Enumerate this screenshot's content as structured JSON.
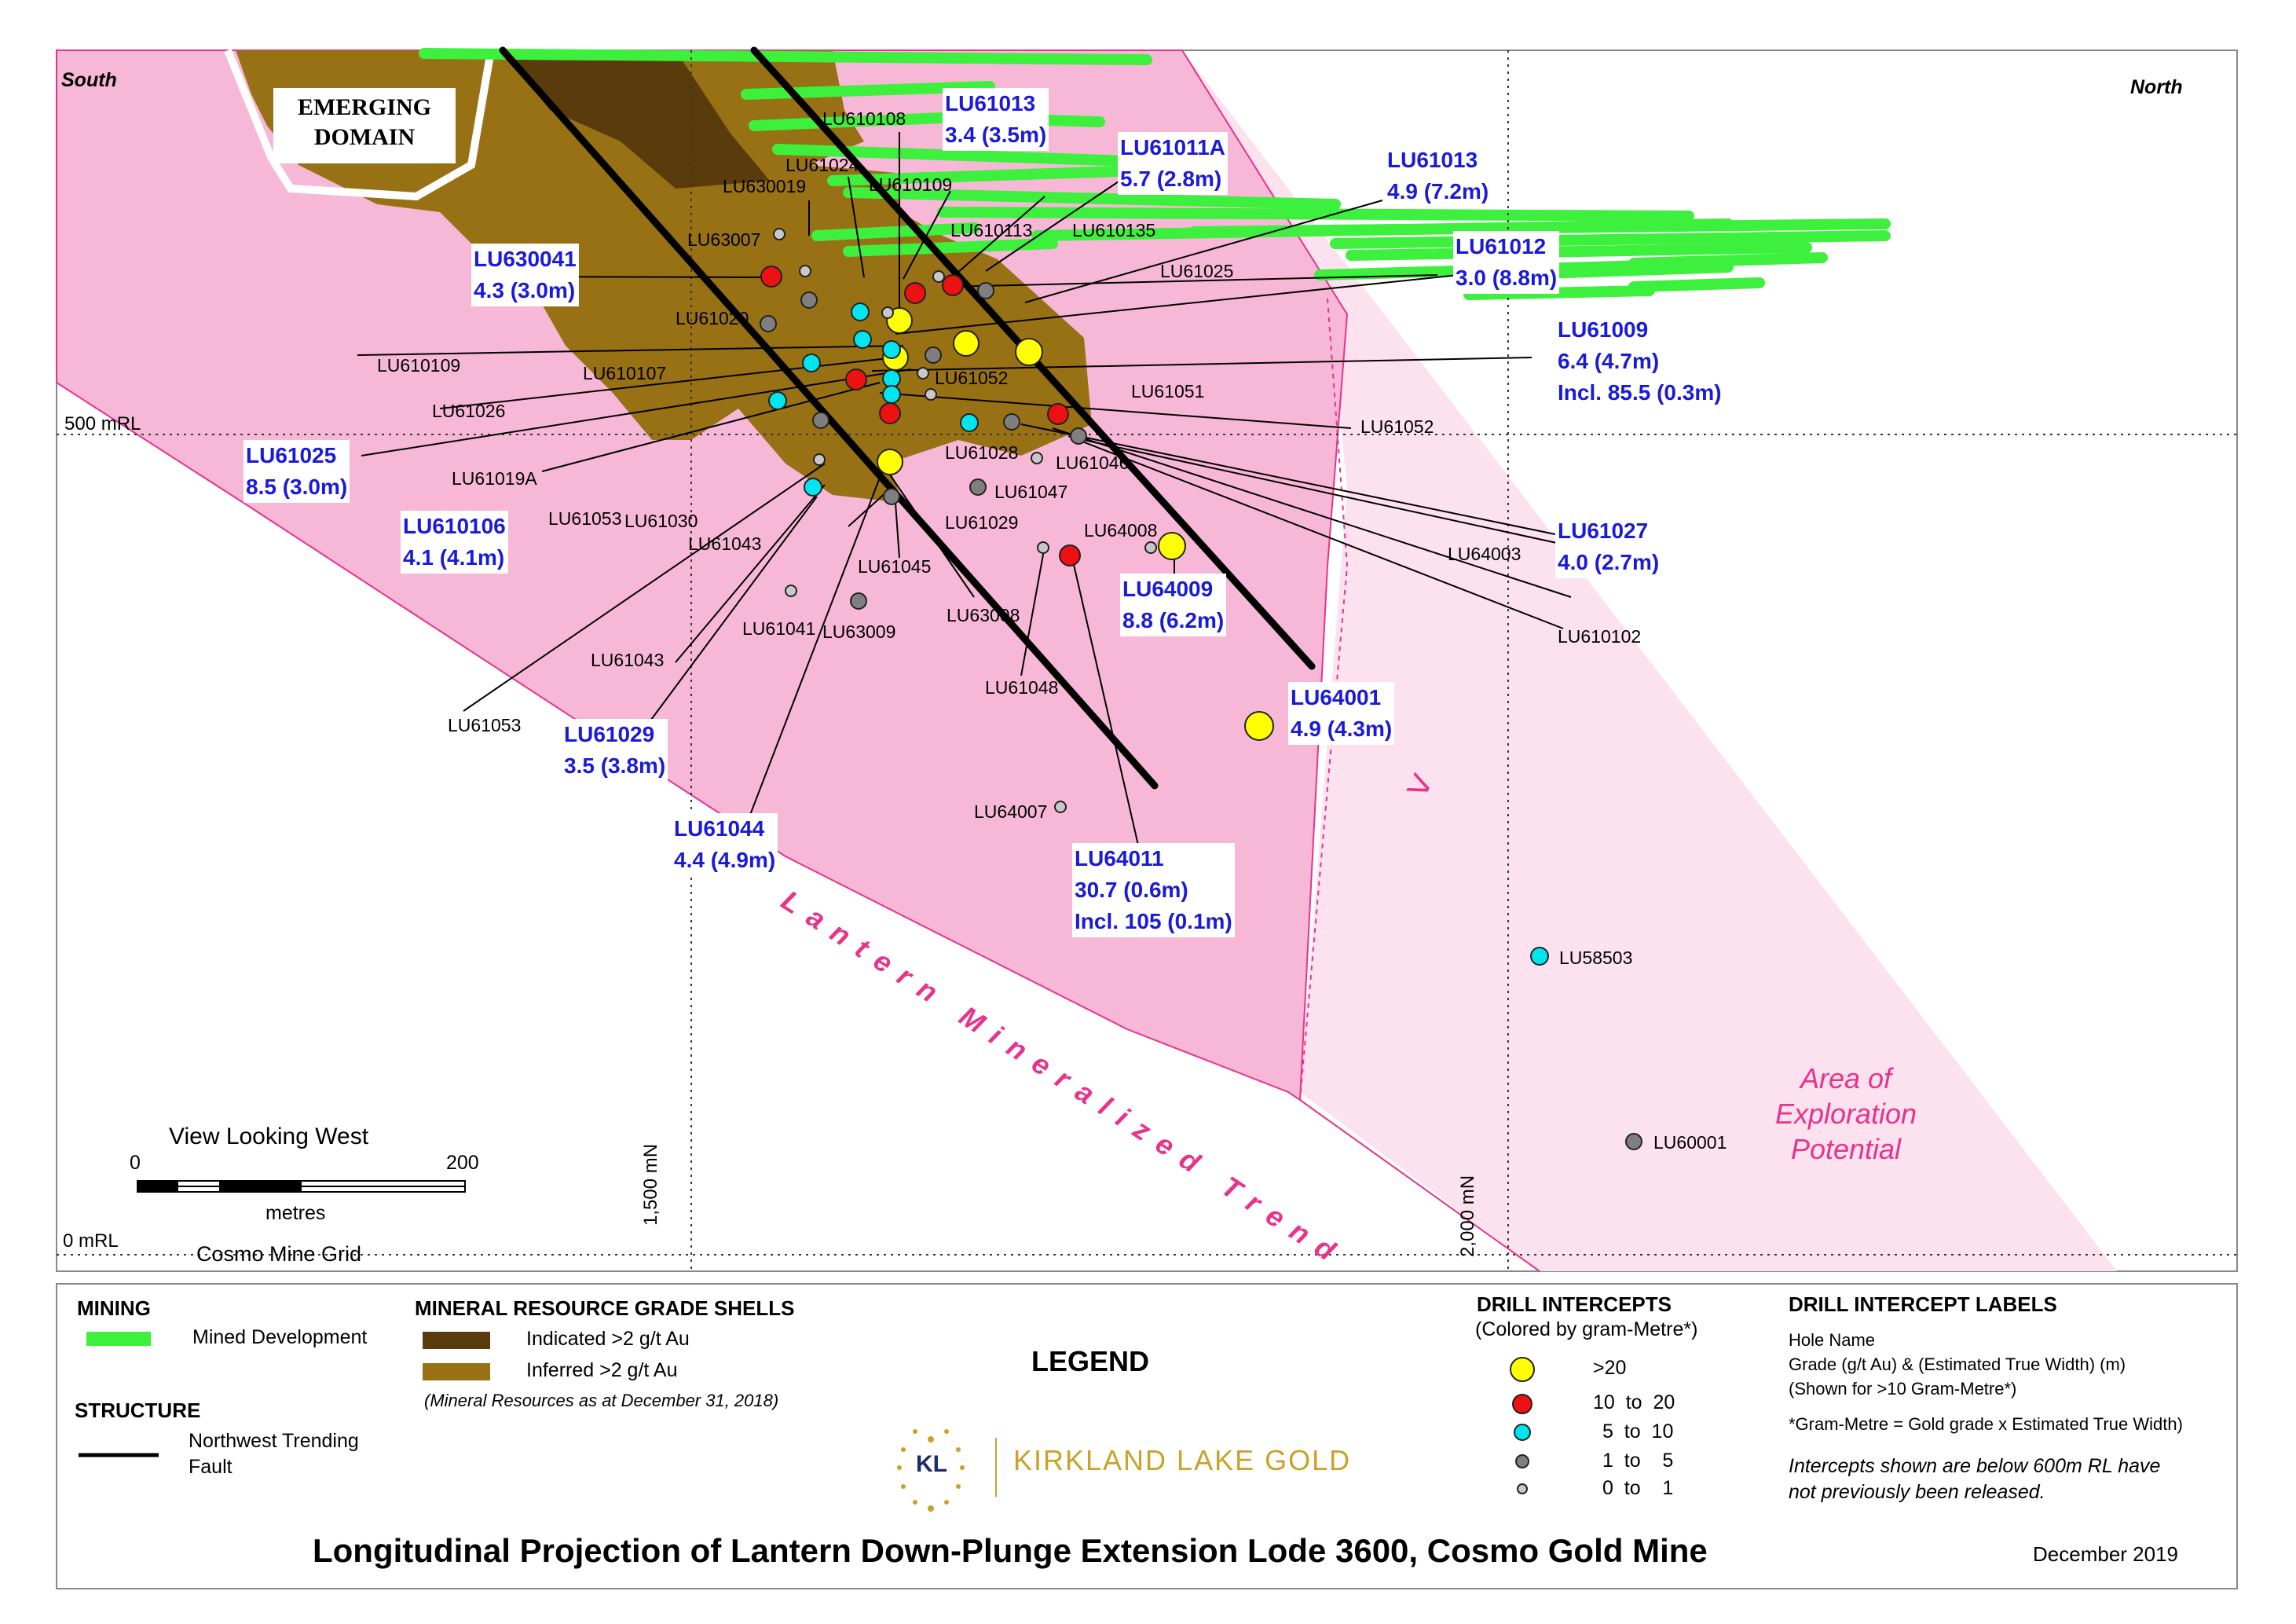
{
  "map": {
    "orient_south": "South",
    "orient_north": "North",
    "emerging_domain": [
      "EMERGING",
      "DOMAIN"
    ],
    "rl_500": "500 mRL",
    "rl_0": "0 mRL",
    "mn_1500": "1,500 mN",
    "mn_2000": "2,000 mN",
    "view": "View Looking West",
    "scale_start": "0",
    "scale_end": "200",
    "scale_unit": "metres",
    "grid": "Cosmo Mine Grid",
    "trend": "Lantern Mineralized Trend",
    "exploration": [
      "Area of",
      "Exploration",
      "Potential"
    ],
    "arrow": ">"
  },
  "holes": [
    "LU610108",
    "LU61024",
    "LU630019",
    "LU610109",
    "LU63007",
    "LU610113",
    "LU610135",
    "LU61025",
    "LU61020",
    "LU610109",
    "LU610107",
    "LU61052",
    "LU61051",
    "LU61026",
    "LU61052",
    "LU61019A",
    "LU61028",
    "LU61046",
    "LU61053",
    "LU61030",
    "LU61047",
    "LU61029",
    "LU61043",
    "LU61045",
    "LU64008",
    "LU64003",
    "LU610102",
    "LU61041",
    "LU63009",
    "LU63008",
    "LU61043",
    "LU61048",
    "LU61053",
    "LU64007",
    "LU58503",
    "LU60001"
  ],
  "intercepts": [
    {
      "hole": "LU61013",
      "lines": [
        "3.4 (3.5m)"
      ]
    },
    {
      "hole": "LU61011A",
      "lines": [
        "5.7 (2.8m)"
      ]
    },
    {
      "hole": "LU61013",
      "lines": [
        "4.9 (7.2m)"
      ]
    },
    {
      "hole": "LU61012",
      "lines": [
        "3.0 (8.8m)"
      ]
    },
    {
      "hole": "LU630041",
      "lines": [
        "4.3 (3.0m)"
      ]
    },
    {
      "hole": "LU61009",
      "lines": [
        "6.4 (4.7m)",
        "Incl. 85.5 (0.3m)"
      ]
    },
    {
      "hole": "LU61025",
      "lines": [
        "8.5 (3.0m)"
      ]
    },
    {
      "hole": "LU610106",
      "lines": [
        "4.1 (4.1m)"
      ]
    },
    {
      "hole": "LU61027",
      "lines": [
        "4.0 (2.7m)"
      ]
    },
    {
      "hole": "LU64009",
      "lines": [
        "8.8 (6.2m)"
      ]
    },
    {
      "hole": "LU64001",
      "lines": [
        "4.9 (4.3m)"
      ]
    },
    {
      "hole": "LU61029",
      "lines": [
        "3.5 (3.8m)"
      ]
    },
    {
      "hole": "LU61044",
      "lines": [
        "4.4 (4.9m)"
      ]
    },
    {
      "hole": "LU64011",
      "lines": [
        "30.7 (0.6m)",
        "Incl. 105 (0.1m)"
      ]
    }
  ],
  "legend": {
    "title": "LEGEND",
    "mining_h": "MINING",
    "mined_dev": "Mined Development",
    "structure_h": "STRUCTURE",
    "fault": [
      "Northwest Trending",
      "Fault"
    ],
    "shells_h": "MINERAL RESOURCE GRADE SHELLS",
    "indicated": "Indicated >2 g/t Au",
    "inferred": "Inferred >2 g/t Au",
    "resources_note": "(Mineral Resources as at December 31, 2018)",
    "drill_h": "DRILL INTERCEPTS",
    "drill_sub": "(Colored by gram-Metre*)",
    "bins": [
      ">20",
      "10  to  20",
      "5  to  10",
      "1  to    5",
      "0  to    1"
    ],
    "labels_h": "DRILL INTERCEPT LABELS",
    "labels_lines": [
      "Hole Name",
      "Grade (g/t Au) & (Estimated True Width) (m)",
      "(Shown for >10 Gram-Metre*)"
    ],
    "gram_metre": "*Gram-Metre = Gold grade x Estimated True Width)",
    "note": [
      "Intercepts shown are below 600m RL have",
      "not previously been released."
    ],
    "logo_letters": "KL",
    "logo_text": "KIRKLAND LAKE GOLD",
    "main_title": "Longitudinal Projection of Lantern Down-Plunge Extension Lode 3600, Cosmo Gold Mine",
    "date": "December 2019"
  },
  "colors": {
    "pink": "#f7b8d8",
    "lightpink": "#fce1ee",
    "inferred": "#987114",
    "indicated": "#5a3c0c",
    "mined": "#3df03d",
    "gt20": "#ffff00",
    "b10_20": "#ee1111",
    "b5_10": "#00e5ee",
    "b1_5": "#7f7f7f",
    "b0_1": "#c8c8c8",
    "label_blue": "#1a1ad9",
    "trend_pink": "#e8328c"
  }
}
